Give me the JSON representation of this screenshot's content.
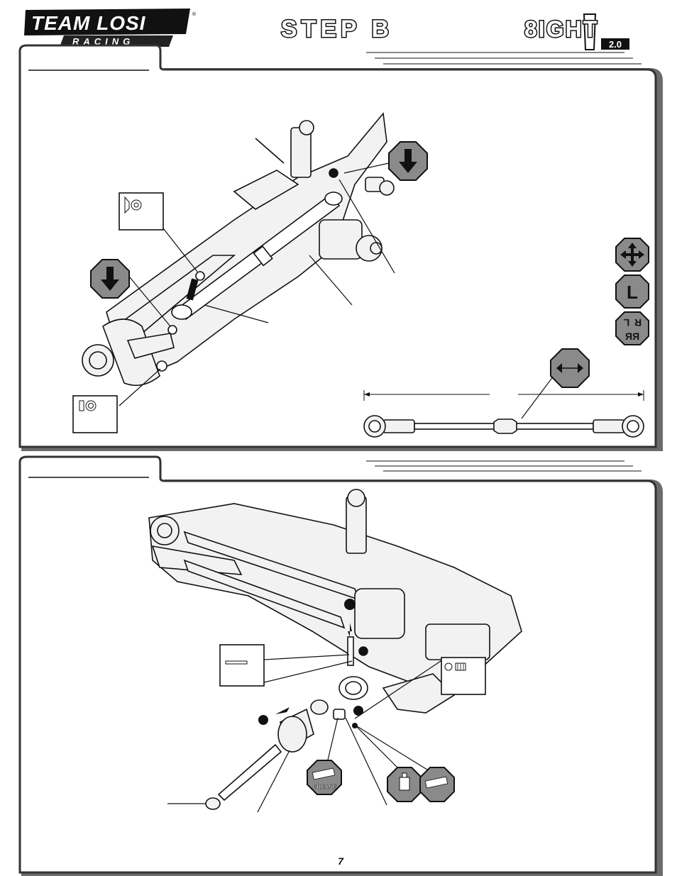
{
  "header": {
    "brand_top": "TEAM LOSI",
    "brand_bottom": "RACING",
    "step_title": "STEP B",
    "model_name": "8IGHT",
    "model_version": "2.0"
  },
  "top_panel": {
    "callouts": [
      "L",
      "R"
    ]
  },
  "bottom_panel": {
    "grease_label": "GREASE"
  },
  "footer": {
    "page_number": "7"
  },
  "colors": {
    "ink": "#111111",
    "panel_border": "#333333",
    "panel_shadow": "#6b6b6b",
    "octagon_fill": "#8a8a8a",
    "part_fill": "#f2f2f2"
  }
}
